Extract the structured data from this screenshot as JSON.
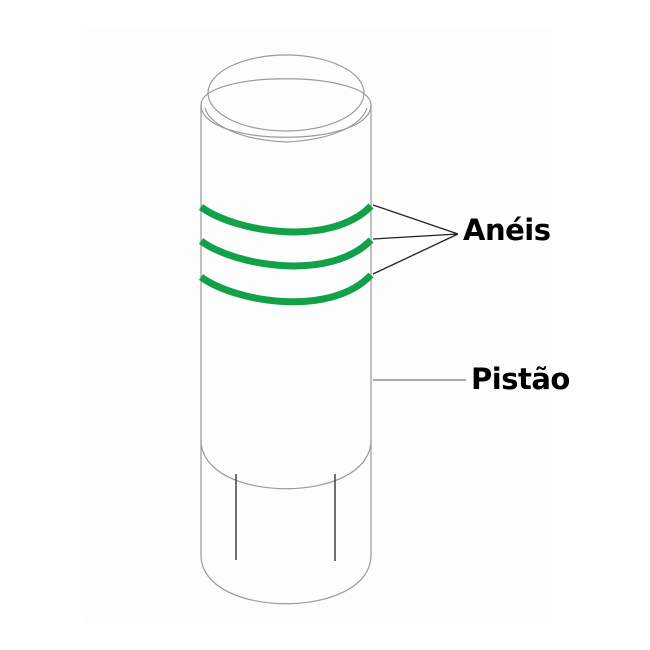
{
  "diagram": {
    "type": "labeled-illustration",
    "subject": "piston with rings",
    "labels": {
      "rings": "Anéis",
      "piston": "Pistão"
    },
    "colors": {
      "ring": "#12a14a",
      "outline": "#9a9a9a",
      "leader": "#222222",
      "panel": "#fdfdfd"
    },
    "ring_count": 3
  }
}
